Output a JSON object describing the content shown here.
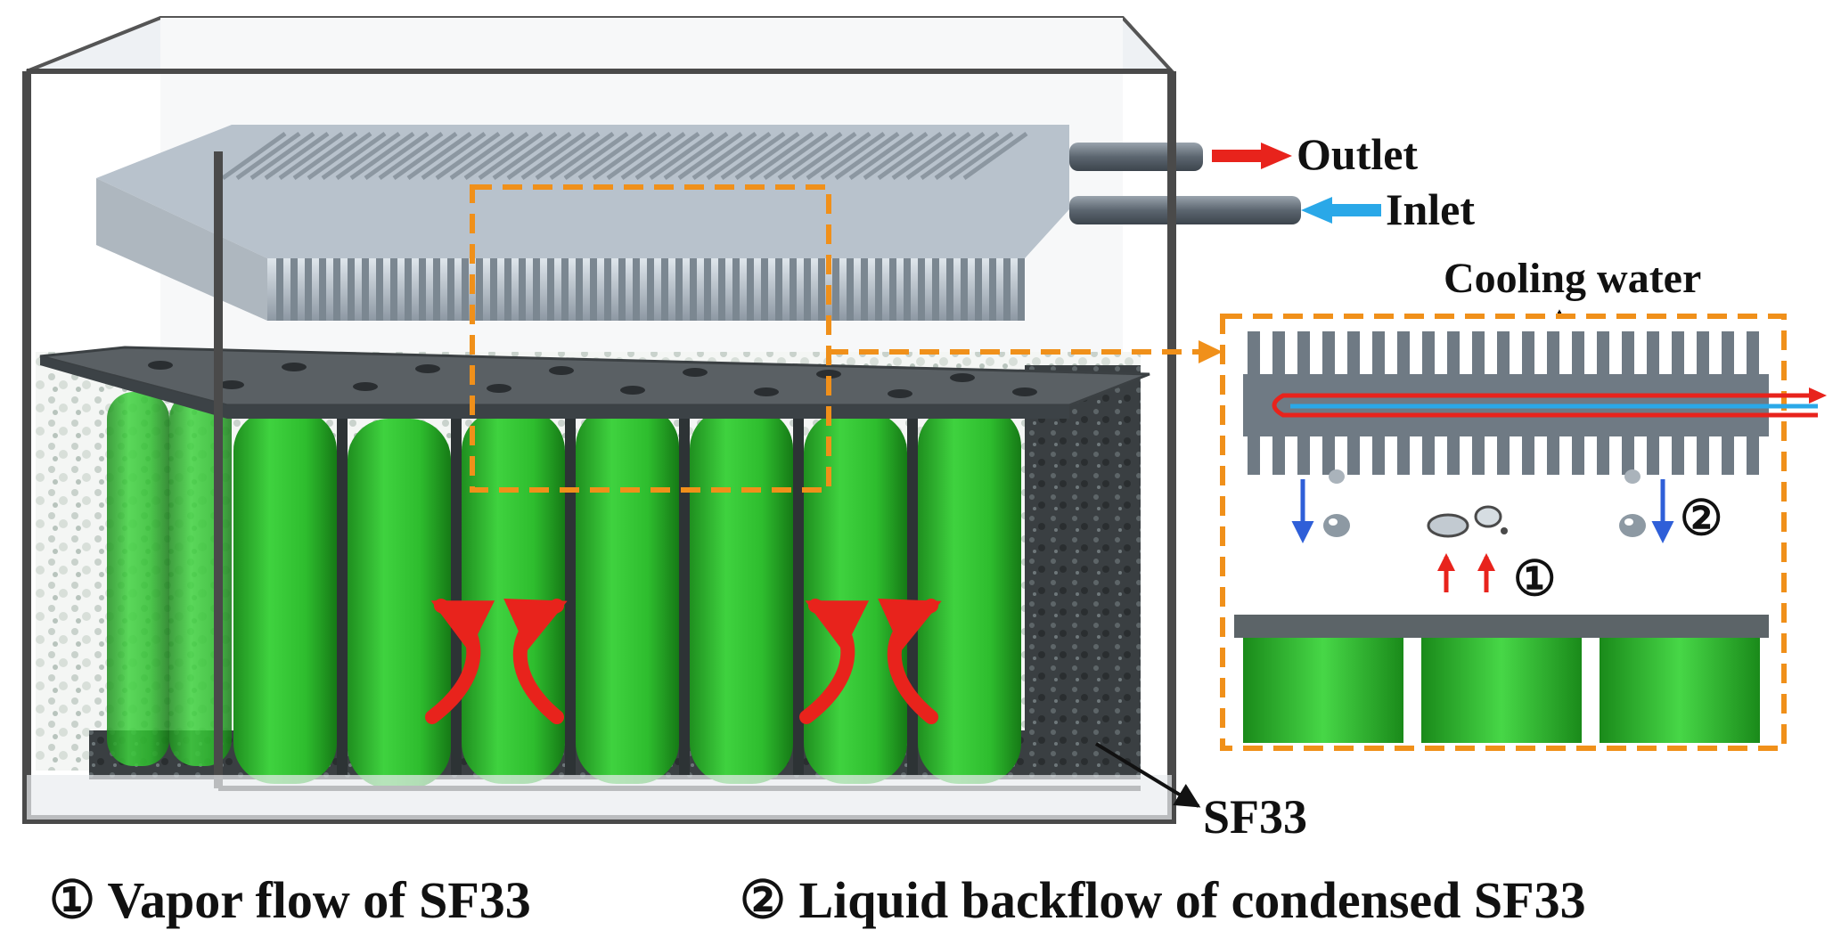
{
  "labels": {
    "outlet": "Outlet",
    "inlet": "Inlet",
    "cooling_water": "Cooling water",
    "sf33": "SF33",
    "circle_1": "①",
    "circle_2": "②"
  },
  "legend": {
    "item1": "① Vapor flow of SF33",
    "item2": "② Liquid backflow of condensed SF33"
  },
  "colors": {
    "cell_green": "#2fc12f",
    "frame": "#4a4a4a",
    "zoom_box": "#f0901a",
    "hot_arrow": "#e8231c",
    "cold_arrow": "#2aa8e8",
    "drop_arrow": "#2f5fd8"
  }
}
